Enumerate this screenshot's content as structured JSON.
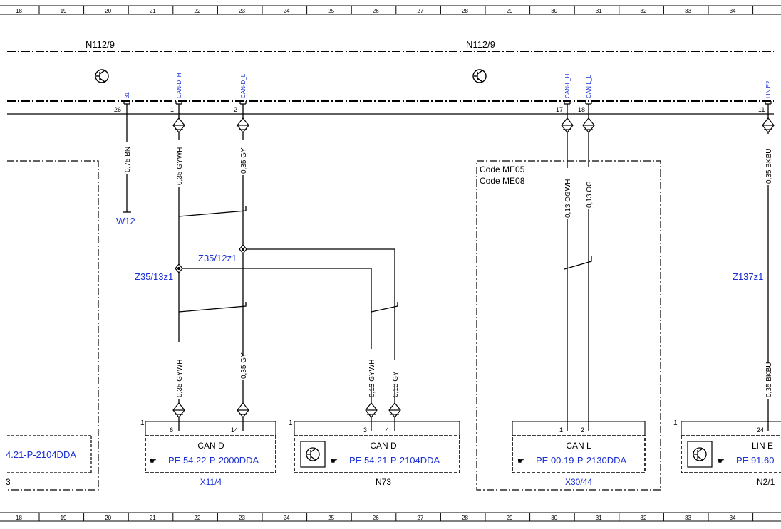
{
  "ruler": {
    "numbers": [
      "18",
      "19",
      "20",
      "21",
      "22",
      "23",
      "24",
      "25",
      "26",
      "27",
      "28",
      "29",
      "30",
      "31",
      "32",
      "33",
      "34"
    ]
  },
  "colors": {
    "wire": "#000000",
    "link": "#1a2fd6"
  },
  "module_left": {
    "name": "N112/9"
  },
  "module_right": {
    "name": "N112/9"
  },
  "pin_labels": {
    "p31": "31",
    "can_d_h": "CAN-D_H",
    "can_d_l": "CAN-D_L",
    "can_l_h": "CAN-L_H",
    "can_l_l": "CAN-L_L",
    "lin_e2": "LIN E2"
  },
  "pin_numbers": {
    "p26": "26",
    "p1": "1",
    "p2": "2",
    "p17": "17",
    "p18": "18",
    "p11": "11"
  },
  "wires": {
    "w_bn": "0,75 BN",
    "w_gywh_top": "0,35 GYWH",
    "w_gy_top": "0,35 GY",
    "w_ogwh": "0,13 OGWH",
    "w_og": "0,13 OG",
    "w_bkbu_top": "0,35 BKBU",
    "w_gywh_bot": "0,35 GYWH",
    "w_gy_bot": "0,35 GY",
    "w_gywh_n73": "0,13 GYWH",
    "w_gy_n73": "0,13 GY",
    "w_bkbu_bot": "0,35 BKBU"
  },
  "ground_ref": "W12",
  "splices": {
    "z35_12": "Z35/12z1",
    "z35_13": "Z35/13z1",
    "z137": "Z137z1"
  },
  "code_box": {
    "line1": "Code ME05",
    "line2": "Code ME08"
  },
  "connectors": {
    "left_partial": {
      "ref": "4.21-P-2104DDA",
      "name": "3"
    },
    "x11": {
      "title": "CAN D",
      "ref": "PE 54.22-P-2000DDA",
      "name": "X11/4",
      "pin_a": "6",
      "pin_b": "14",
      "corner": "1"
    },
    "n73": {
      "title": "CAN D",
      "ref": "PE 54.21-P-2104DDA",
      "name": "N73",
      "pin_a": "3",
      "pin_b": "4",
      "corner": "1"
    },
    "x30": {
      "title": "CAN L",
      "ref": "PE 00.19-P-2130DDA",
      "name": "X30/44",
      "pin_a": "1",
      "pin_b": "2"
    },
    "n2": {
      "title": "LIN E",
      "ref": "PE 91.60",
      "name": "N2/1",
      "pin_a": "24",
      "corner": "1"
    }
  }
}
